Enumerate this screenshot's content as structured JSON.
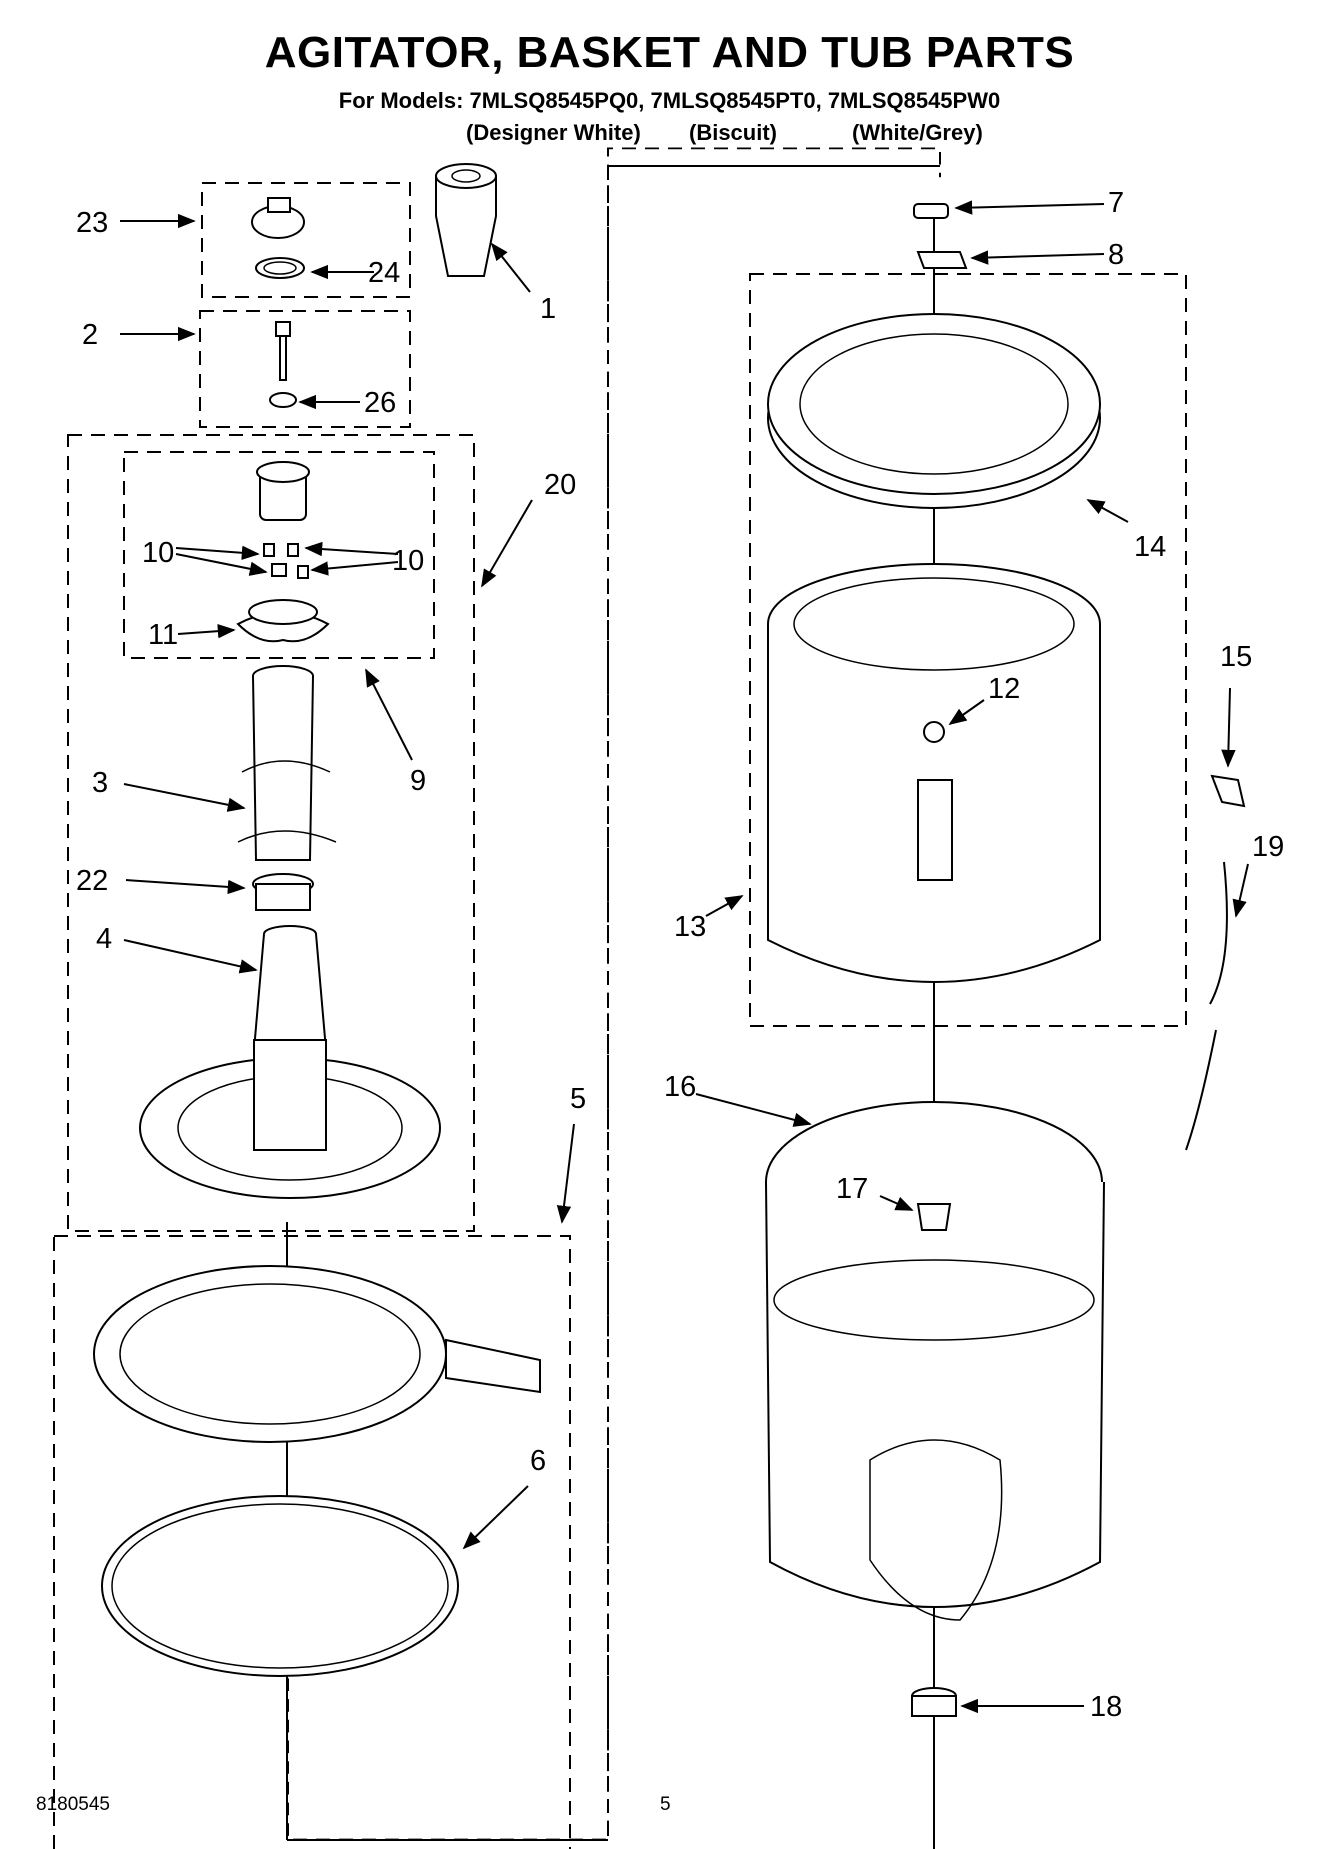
{
  "header": {
    "title": "AGITATOR, BASKET AND TUB PARTS",
    "models": "For Models: 7MLSQ8545PQ0, 7MLSQ8545PT0, 7MLSQ8545PW0",
    "variants": [
      "(Designer White)",
      "(Biscuit)",
      "(White/Grey)"
    ]
  },
  "callouts": {
    "p1": "1",
    "p2": "2",
    "p3": "3",
    "p4": "4",
    "p5": "5",
    "p6": "6",
    "p7": "7",
    "p8": "8",
    "p9": "9",
    "p10a": "10",
    "p10b": "10",
    "p11": "11",
    "p12": "12",
    "p13": "13",
    "p14": "14",
    "p15": "15",
    "p16": "16",
    "p17": "17",
    "p18": "18",
    "p19": "19",
    "p20": "20",
    "p22": "22",
    "p23": "23",
    "p24": "24",
    "p26": "26"
  },
  "footer": {
    "doc_number": "8180545",
    "page_number": "5"
  }
}
